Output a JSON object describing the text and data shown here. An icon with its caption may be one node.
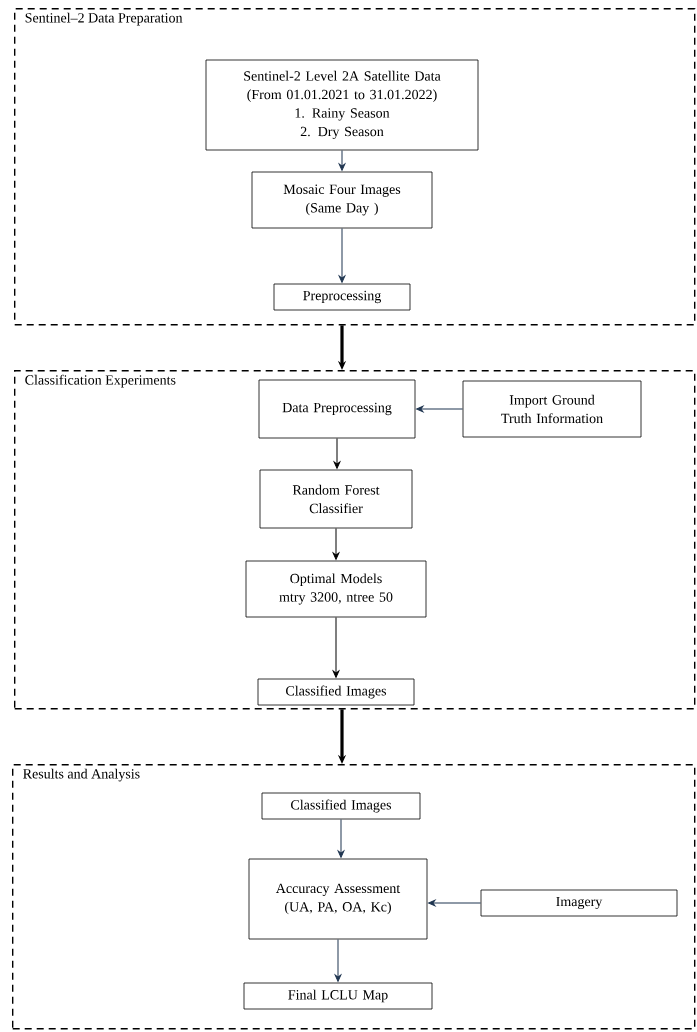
{
  "diagram": {
    "nodes": [
      {
        "text": [
          "Sentinel–2 Data Preparation"
        ]
      },
      {
        "text": [
          "Sentinel-2 Level 2A Satellite Data",
          "(From 01.01.2021 to 31.01.2022)",
          "1.  Rainy Season",
          "2.  Dry Season"
        ],
        "in": 0
      },
      {
        "text": [
          "Mosaic Four Images (Same Day )"
        ],
        "in": 0
      },
      {
        "text": [
          "Preprocessing"
        ],
        "in": 0
      },
      {
        "text": [
          "Classification Experiments"
        ]
      },
      {
        "text": [
          "Data Preprocessing"
        ],
        "in": 4
      },
      {
        "text": [
          "Import Ground Truth Information"
        ],
        "in": 4
      },
      {
        "text": [
          "Random Forest Classifier"
        ],
        "in": 4
      },
      {
        "text": [
          "Optimal Models",
          "mtry 3200, ntree 50"
        ],
        "in": 4
      },
      {
        "text": [
          "Classified Images"
        ],
        "in": 4
      },
      {
        "text": [
          "Results and Analysis"
        ]
      },
      {
        "text": [
          "Classified Images"
        ],
        "in": 10
      },
      {
        "text": [
          "Accuracy Assessment",
          "(UA, PA, OA, Kc)"
        ],
        "in": 10
      },
      {
        "text": [
          "Imagery"
        ],
        "in": 10
      },
      {
        "text": [
          "Final LCLU Map"
        ],
        "in": 10
      }
    ],
    "edges": [
      {
        "from": 1,
        "to": 2,
        "arrow": "to",
        "color": "#1f3550"
      },
      {
        "from": 2,
        "to": 3,
        "arrow": "to",
        "color": "#1f3550"
      },
      {
        "from": 0,
        "to": 4,
        "arrow": "to",
        "style": "thick"
      },
      {
        "from": 6,
        "to": 5,
        "arrow": "to",
        "color": "#1f3550"
      },
      {
        "from": 5,
        "to": 7,
        "arrow": "to"
      },
      {
        "from": 7,
        "to": 8,
        "arrow": "to"
      },
      {
        "from": 8,
        "to": 9,
        "arrow": "to"
      },
      {
        "from": 4,
        "to": 10,
        "arrow": "to",
        "style": "thick"
      },
      {
        "from": 11,
        "to": 12,
        "arrow": "to",
        "color": "#1f3550"
      },
      {
        "from": 13,
        "to": 12,
        "arrow": "to",
        "color": "#1f3550"
      },
      {
        "from": 12,
        "to": 14,
        "arrow": "to",
        "color": "#1f3550"
      }
    ]
  }
}
